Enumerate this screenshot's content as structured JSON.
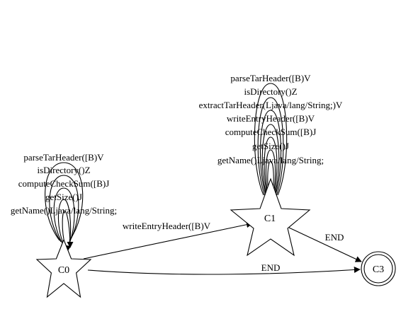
{
  "diagram": {
    "nodes": [
      {
        "id": "C0",
        "label": "C0",
        "shape": "star"
      },
      {
        "id": "C1",
        "label": "C1",
        "shape": "star"
      },
      {
        "id": "C3",
        "label": "C3",
        "shape": "doublecircle"
      }
    ],
    "self_loops": {
      "C0": [
        "parseTarHeader([B)V",
        "isDirectory()Z",
        "computeCheckSum([B)J",
        "getSize()J",
        "getName()Ljava/lang/String;"
      ],
      "C1": [
        "parseTarHeader([B)V",
        "isDirectory()Z",
        "extractTarHeader(Ljava/lang/String;)V",
        "writeEntryHeader([B)V",
        "computeCheckSum([B)J",
        "getSize()J",
        "getName()Ljava/lang/String;"
      ]
    },
    "edges": [
      {
        "from": "C0",
        "to": "C1",
        "label": "writeEntryHeader([B)V"
      },
      {
        "from": "C0",
        "to": "C3",
        "label": "END"
      },
      {
        "from": "C1",
        "to": "C3",
        "label": "END"
      }
    ]
  }
}
